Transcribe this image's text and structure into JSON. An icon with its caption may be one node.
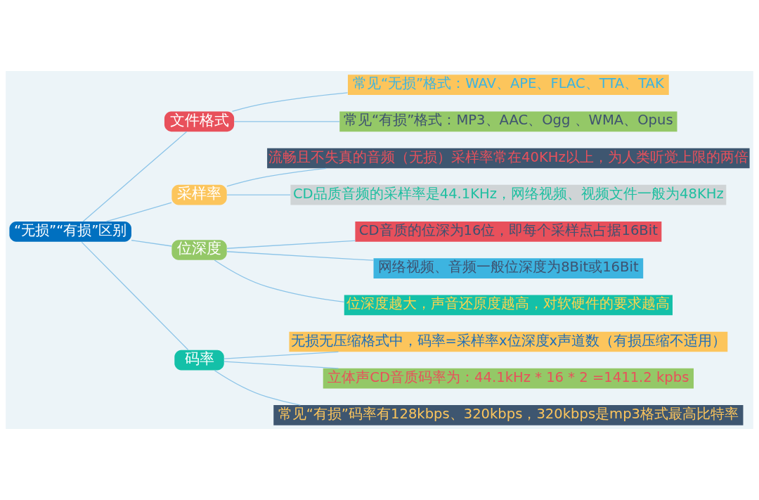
{
  "diagram": {
    "nodes": [
      {
        "text": [
          "“无损”“有损”区别"
        ]
      },
      {
        "text": [
          "文件格式"
        ]
      },
      {
        "text": [
          "常见“无损”格式：WAV、APE、FLAC、TTA、TAK"
        ]
      },
      {
        "text": [
          "常见“有损”格式：MP3、AAC、Ogg 、WMA、Opus"
        ]
      },
      {
        "text": [
          "采样率"
        ]
      },
      {
        "text": [
          "流畅且不失真的音频（无损）采样率常在40KHz以上，为人类听觉上限的两倍"
        ]
      },
      {
        "text": [
          "CD品质音频的采样率是44.1KHz，网络视频、视频文件一般为48KHz"
        ]
      },
      {
        "text": [
          "位深度"
        ]
      },
      {
        "text": [
          "CD音质的位深为16位，即每个采样点占据16Bit"
        ]
      },
      {
        "text": [
          "网络视频、音频一般位深度为8Bit或16Bit"
        ]
      },
      {
        "text": [
          "位深度越大，声音还原度越高，对软硬件的要求越高"
        ]
      },
      {
        "text": [
          "码率"
        ]
      },
      {
        "text": [
          "无损无压缩格式中，码率=采样率x位深度x声道数（有损压缩不适用）"
        ]
      },
      {
        "text": [
          "立体声CD音质码率为：44.1kHz * 16 * 2 =1411.2 kpbs"
        ]
      },
      {
        "text": [
          "常见“有损”码率有128kbps、320kbps，320kbps是mp3格式最高比特率"
        ]
      }
    ],
    "edges": [
      {
        "from": 0,
        "to": 1,
        "arrow": "none"
      },
      {
        "from": 1,
        "to": 2,
        "arrow": "none"
      },
      {
        "from": 1,
        "to": 3,
        "arrow": "none"
      },
      {
        "from": 0,
        "to": 4,
        "arrow": "none"
      },
      {
        "from": 4,
        "to": 5,
        "arrow": "none"
      },
      {
        "from": 4,
        "to": 6,
        "arrow": "none"
      },
      {
        "from": 0,
        "to": 7,
        "arrow": "none"
      },
      {
        "from": 7,
        "to": 8,
        "arrow": "none"
      },
      {
        "from": 7,
        "to": 9,
        "arrow": "none"
      },
      {
        "from": 7,
        "to": 10,
        "arrow": "none"
      },
      {
        "from": 0,
        "to": 11,
        "arrow": "none"
      },
      {
        "from": 11,
        "to": 12,
        "arrow": "none"
      },
      {
        "from": 11,
        "to": 13,
        "arrow": "none"
      },
      {
        "from": 11,
        "to": 14,
        "arrow": "none"
      }
    ]
  }
}
